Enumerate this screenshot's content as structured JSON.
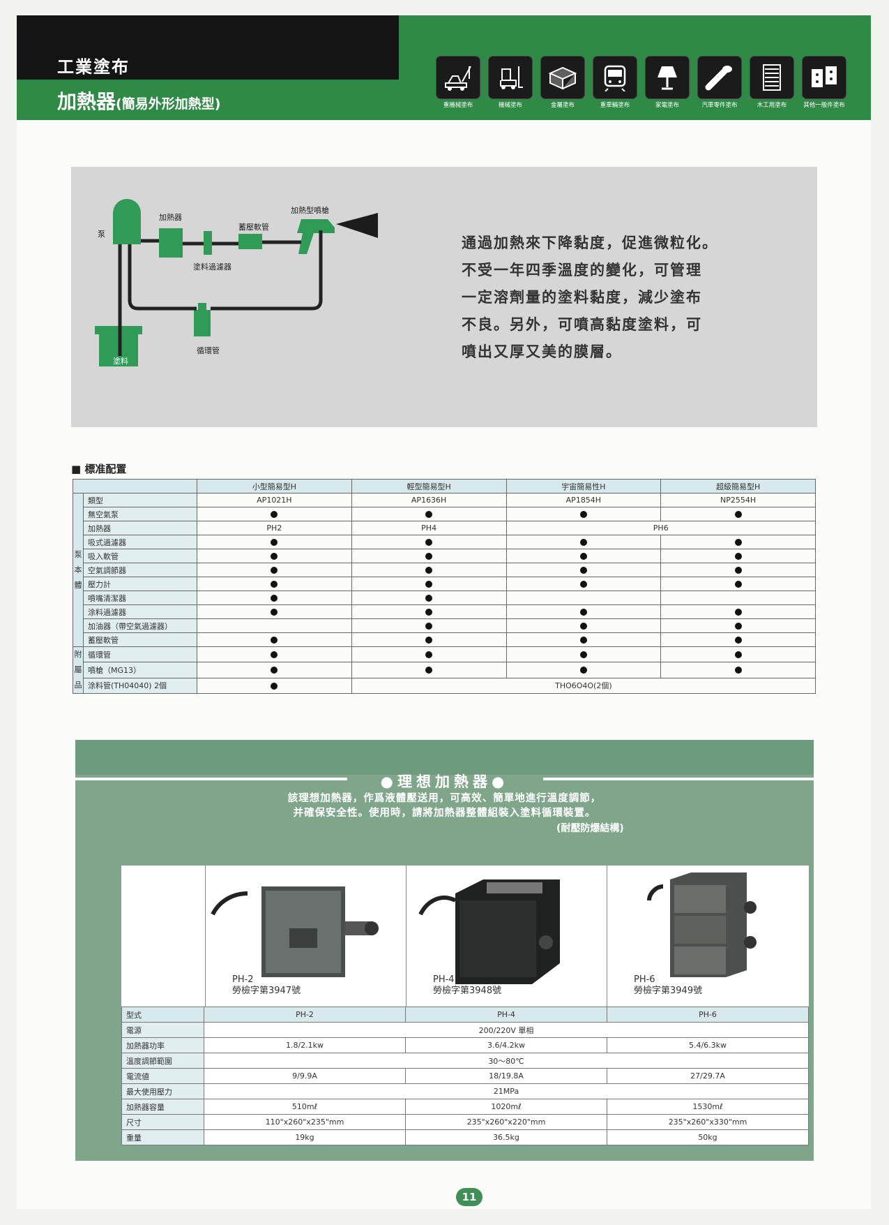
{
  "header": {
    "category": "工業塗布",
    "title": "加熱器",
    "subtitle": "(簡易外形加熱型)",
    "icons": [
      {
        "name": "crane-icon",
        "label": "重機械塗布"
      },
      {
        "name": "forklift-icon",
        "label": "機械塗布"
      },
      {
        "name": "desk-icon",
        "label": "金屬塗布"
      },
      {
        "name": "train-icon",
        "label": "重車輛塗布"
      },
      {
        "name": "lamp-icon",
        "label": "家電塗布"
      },
      {
        "name": "pipe-icon",
        "label": "汽車零件塗布"
      },
      {
        "name": "cabinet-icon",
        "label": "木工用塗布"
      },
      {
        "name": "hinge-icon",
        "label": "其他一般件塗布"
      }
    ]
  },
  "diagram": {
    "labels": {
      "pump": "泵",
      "heater": "加熱器",
      "filter": "塗料過濾器",
      "accum": "蓄壓軟管",
      "gun": "加熱型噴槍",
      "circ": "循環管",
      "paint": "塗料"
    },
    "description_lines": [
      "通過加熱來下降黏度，促進微粒化。",
      "不受一年四季溫度的變化，可管理",
      "一定溶劑量的塗料黏度，減少塗布",
      "不良。另外，可噴高黏度塗料，可",
      "噴出又厚又美的膜層。"
    ]
  },
  "config": {
    "title": "■ 標准配置",
    "columns": [
      "小型簡易型H",
      "輕型簡易型H",
      "宇宙簡易性H",
      "超級簡易型H"
    ],
    "type_label": "類型",
    "models": [
      "AP1021H",
      "AP1636H",
      "AP1854H",
      "NP2554H"
    ],
    "group_pump": "泵本體",
    "group_accessory": "附屬品",
    "rows": {
      "airless": "無空氣泵",
      "heater": "加熱器",
      "suction_filter": "吸式過濾器",
      "suction_hose": "吸入軟管",
      "air_reg": "空氣調節器",
      "gauge": "壓力計",
      "gun_cleaner": "噴嘴清潔器",
      "paint_filter": "涂料過濾器",
      "oiler": "加油器（帶空氣過濾器）",
      "accum_hose": "蓄壓軟管",
      "circ_pipe": "循環管",
      "gun": "噴槍（MG13）",
      "paint_pipe": "涂料管(TH04040) 2個"
    },
    "heater_values": [
      "PH2",
      "PH4",
      "PH6"
    ],
    "paint_pipe_shared": "THO6O4O(2個)"
  },
  "heaters": {
    "title": "●理想加熱器●",
    "desc_lines": [
      "該理想加熱器，作爲液體壓送用，可高效、簡單地進行溫度調節，",
      "并確保安全性。使用時，請將加熱器整體組裝入塗料循環裝置。"
    ],
    "note": "(耐壓防爆結構)",
    "photos": [
      {
        "model": "PH-2",
        "cert": "勞檢字第3947號"
      },
      {
        "model": "PH-4",
        "cert": "勞檢字第3948號"
      },
      {
        "model": "PH-6",
        "cert": "勞檢字第3949號"
      }
    ],
    "spec": {
      "model_label": "型式",
      "models": [
        "PH-2",
        "PH-4",
        "PH-6"
      ],
      "power_label": "電源",
      "power": "200/220V 單相",
      "wattage_label": "加熱器功率",
      "wattage": [
        "1.8/2.1kw",
        "3.6/4.2kw",
        "5.4/6.3kw"
      ],
      "temp_label": "溫度調節範圍",
      "temp": "30～80℃",
      "current_label": "電流値",
      "current": [
        "9/9.9A",
        "18/19.8A",
        "27/29.7A"
      ],
      "pressure_label": "最大使用壓力",
      "pressure": "21MPa",
      "capacity_label": "加熱器容量",
      "capacity": [
        "510mℓ",
        "1020mℓ",
        "1530mℓ"
      ],
      "size_label": "尺寸",
      "size": [
        "110\"x260\"x235\"mm",
        "235\"x260\"x220\"mm",
        "235\"x260\"x330\"mm"
      ],
      "weight_label": "重量",
      "weight": [
        "19kg",
        "36.5kg",
        "50kg"
      ]
    }
  },
  "page_number": "11",
  "colors": {
    "green": "#2f8a45",
    "panel": "#7fa68a",
    "header_black": "#141414"
  }
}
